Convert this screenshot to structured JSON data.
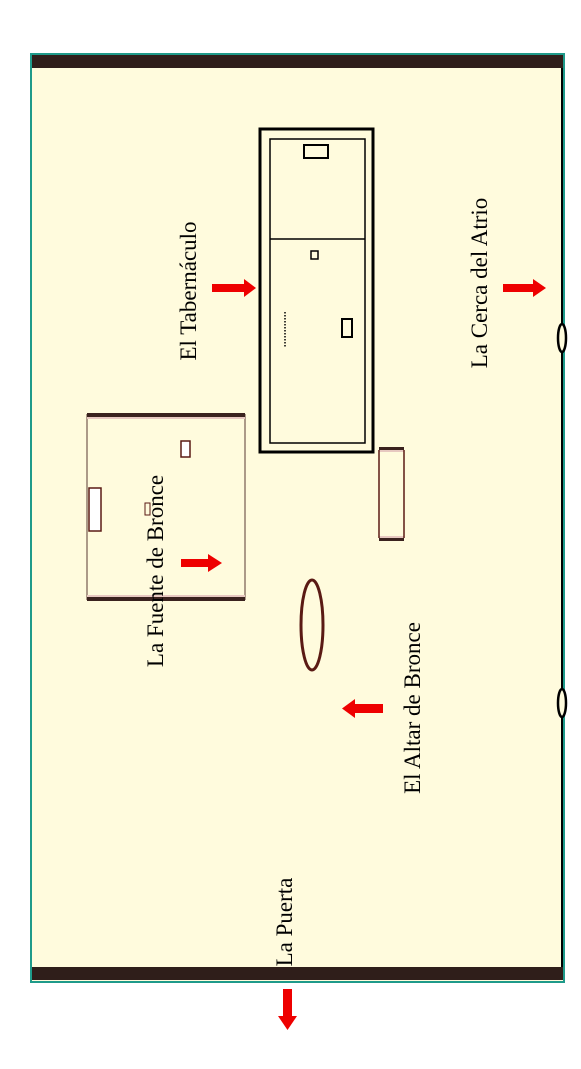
{
  "labels": {
    "tabernacle": "El Tabernáculo",
    "fence": "La Cerca del Atrio",
    "laver": "La Fuente de Bronce",
    "altar": "El Altar de Bronce",
    "gate": "La Puerta"
  },
  "colors": {
    "court_fill": "#fffbdd",
    "court_border": "#1f9a8a",
    "fence_bar": "#2f1e1a",
    "arrow": "#ee0000",
    "outline": "#000000",
    "bronze_edge": "#5a1a14"
  }
}
